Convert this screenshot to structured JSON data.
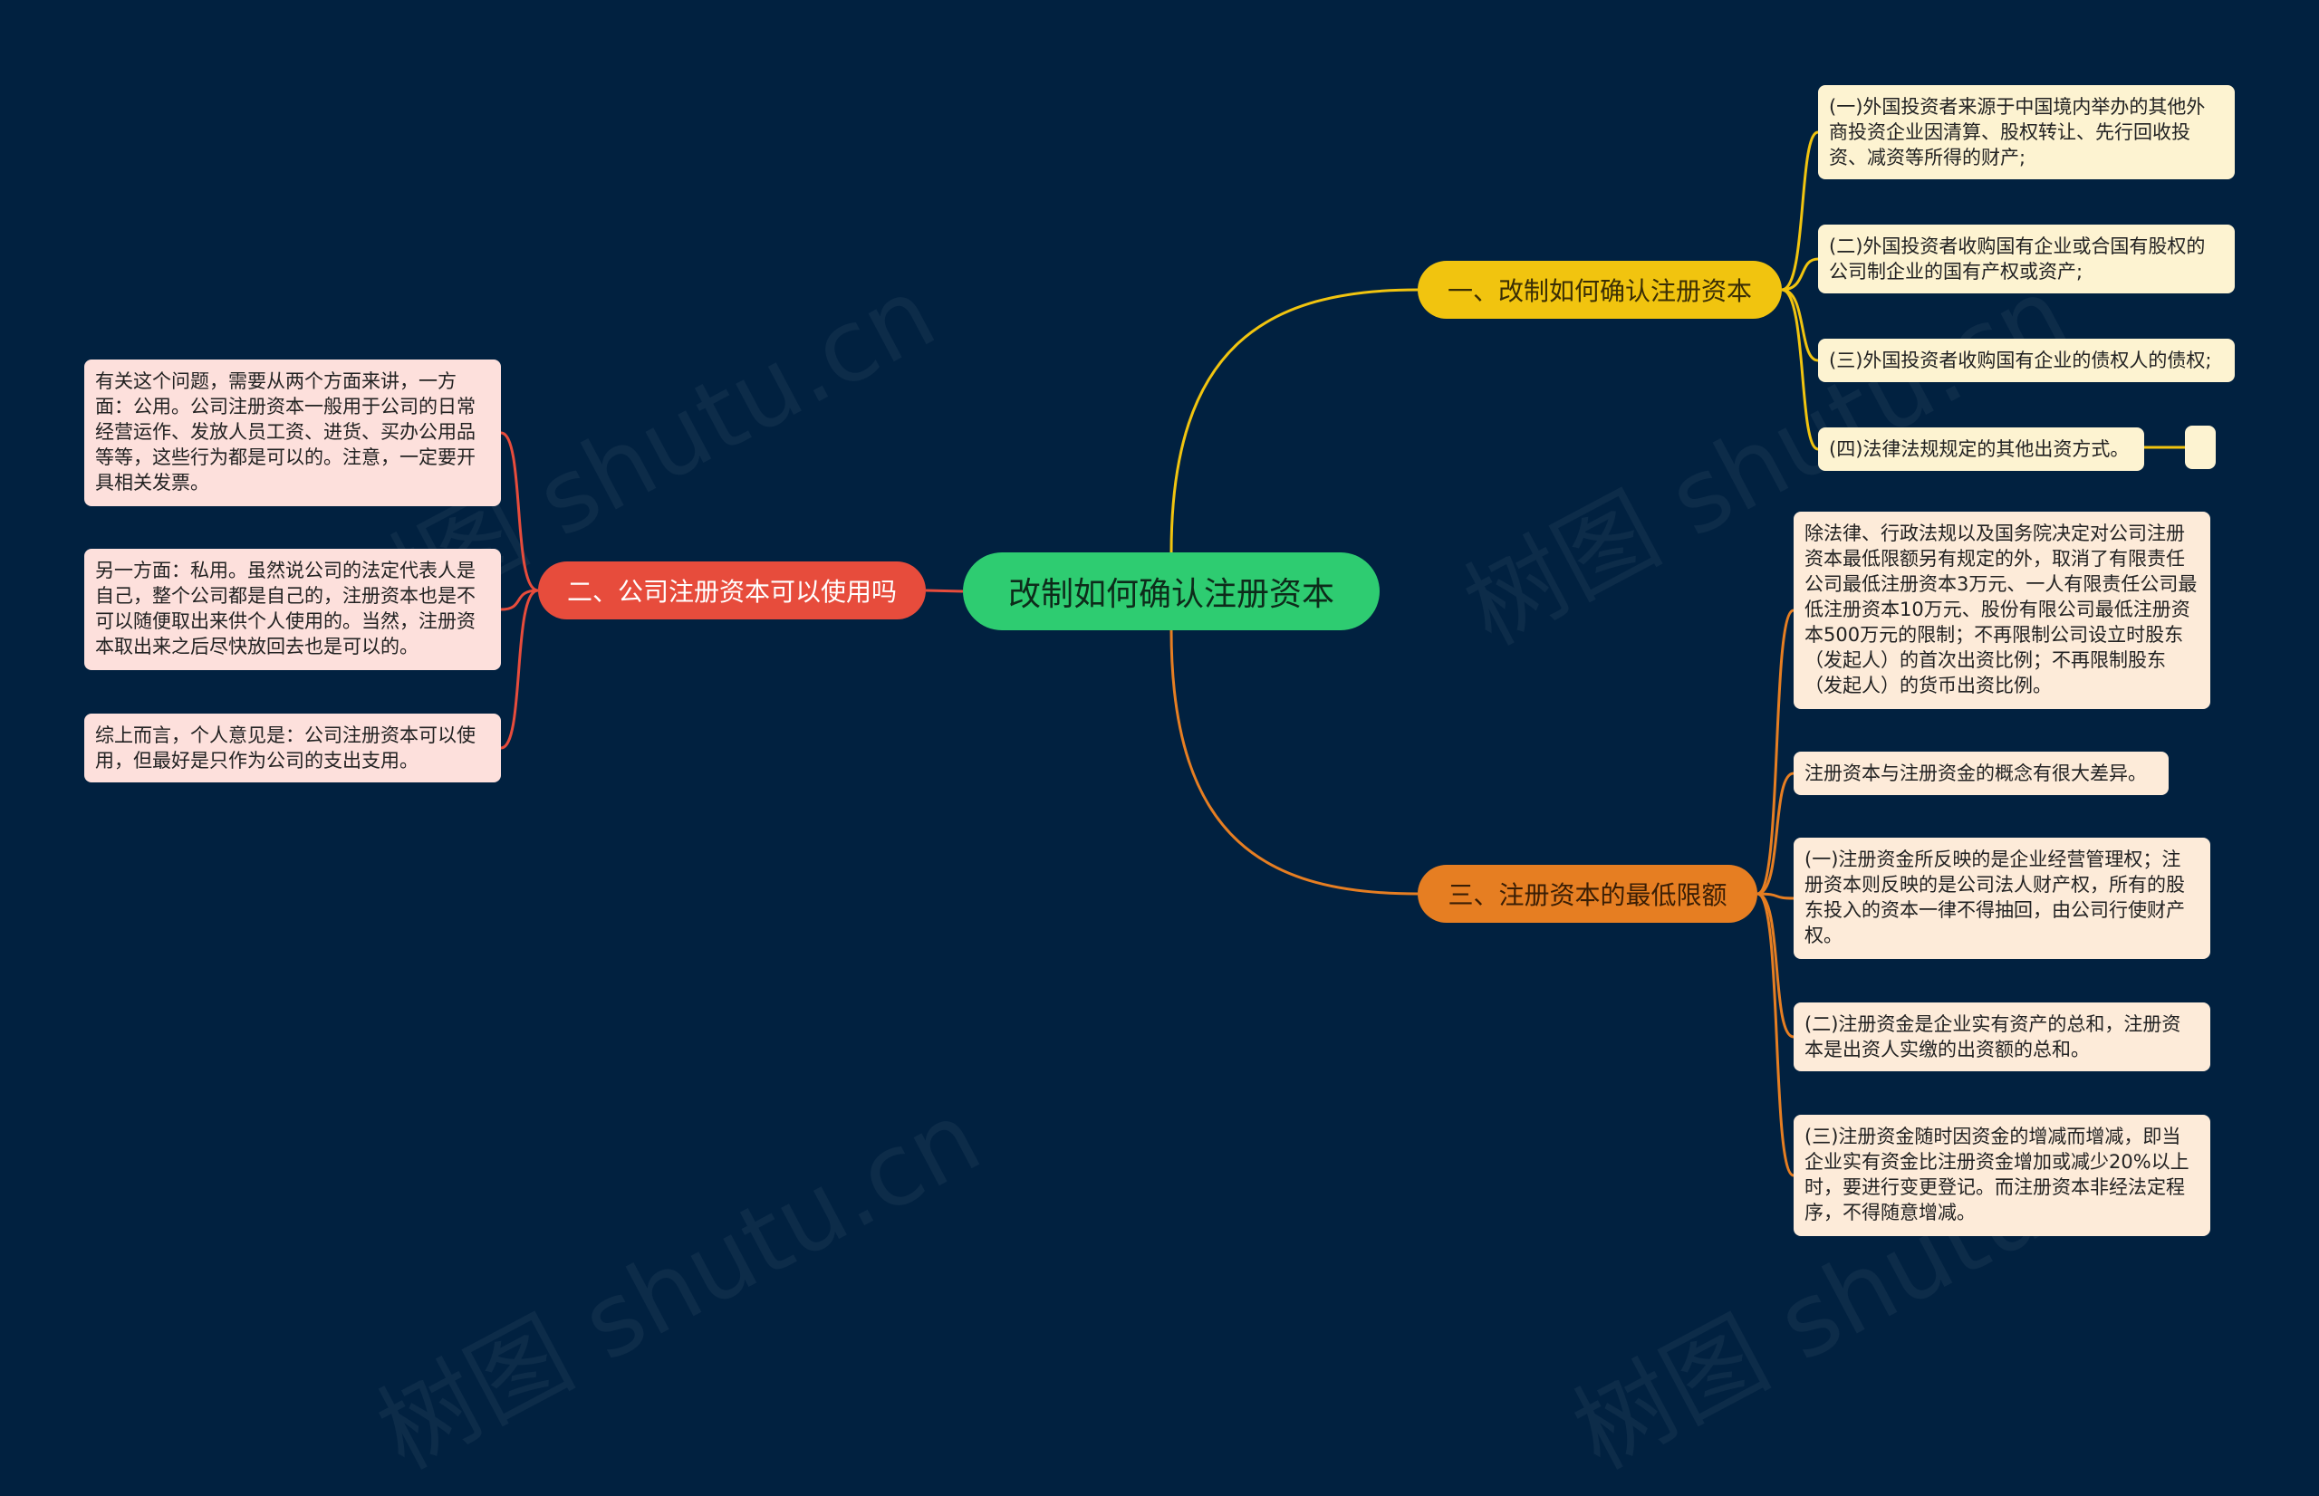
{
  "watermark": "树图 shutu.cn",
  "root": {
    "label": "改制如何确认注册资本"
  },
  "branches": [
    {
      "id": "b1",
      "label": "一、改制如何确认注册资本",
      "color": "#f1c40f",
      "leaves": [
        "(一)外国投资者来源于中国境内举办的其他外商投资企业因清算、股权转让、先行回收投资、减资等所得的财产;",
        "(二)外国投资者收购国有企业或合国有股权的公司制企业的国有产权或资产;",
        "(三)外国投资者收购国有企业的债权人的债权;",
        "(四)法律法规规定的其他出资方式。"
      ],
      "extra_leaf": ""
    },
    {
      "id": "b2",
      "label": "二、公司注册资本可以使用吗",
      "color": "#e74c3c",
      "leaves": [
        "有关这个问题，需要从两个方面来讲，一方面：公用。公司注册资本一般用于公司的日常经营运作、发放人员工资、进货、买办公用品等等，这些行为都是可以的。注意，一定要开具相关发票。",
        "另一方面：私用。虽然说公司的法定代表人是自己，整个公司都是自己的，注册资本也是不可以随便取出来供个人使用的。当然，注册资本取出来之后尽快放回去也是可以的。",
        "综上而言，个人意见是：公司注册资本可以使用，但最好是只作为公司的支出支用。"
      ]
    },
    {
      "id": "b3",
      "label": "三、注册资本的最低限额",
      "color": "#e67e22",
      "leaves": [
        "除法律、行政法规以及国务院决定对公司注册资本最低限额另有规定的外，取消了有限责任公司最低注册资本3万元、一人有限责任公司最低注册资本10万元、股份有限公司最低注册资本500万元的限制；不再限制公司设立时股东（发起人）的首次出资比例；不再限制股东（发起人）的货币出资比例。",
        "注册资本与注册资金的概念有很大差异。",
        "(一)注册资金所反映的是企业经营管理权；注册资本则反映的是公司法人财产权，所有的股东投入的资本一律不得抽回，由公司行使财产权。",
        "(二)注册资金是企业实有资产的总和，注册资本是出资人实缴的出资额的总和。",
        "(三)注册资金随时因资金的增减而增减，即当企业实有资金比注册资金增加或减少20%以上时，要进行变更登记。而注册资本非经法定程序，不得随意增减。"
      ]
    }
  ]
}
